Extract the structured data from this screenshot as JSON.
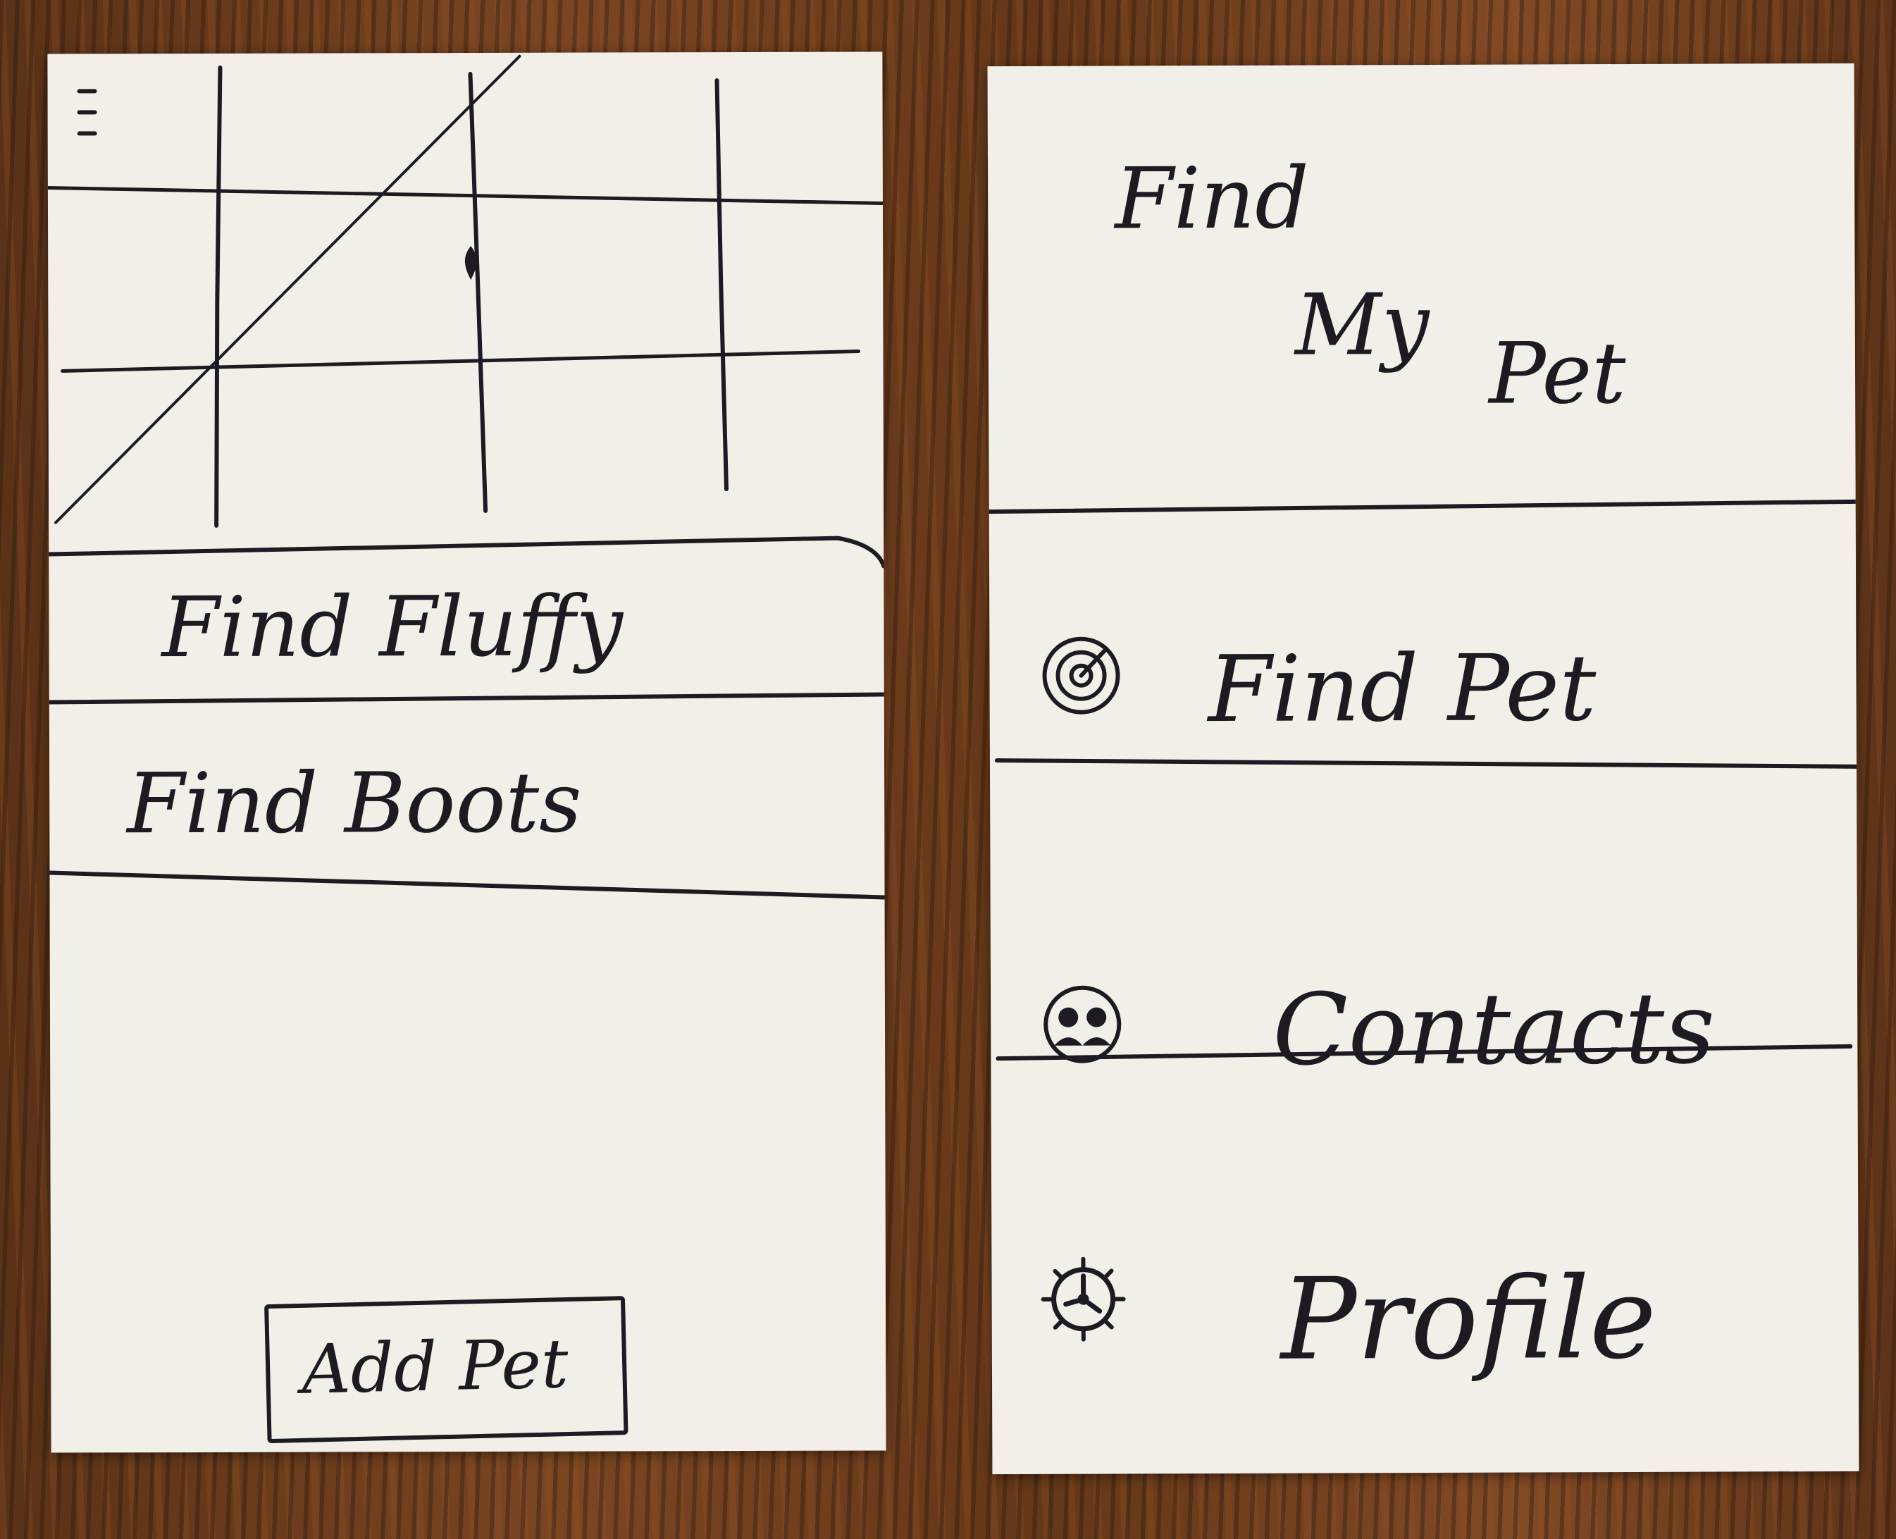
{
  "left_screen": {
    "menu_icon": "hamburger-menu-icon",
    "map_marker_icon": "location-pin-icon",
    "pets": [
      {
        "label": "Find Fluffy"
      },
      {
        "label": "Find Boots"
      }
    ],
    "add_button_label": "Add Pet"
  },
  "right_screen": {
    "title_words": [
      "Find",
      "My",
      "Pet"
    ],
    "nav": [
      {
        "label": "Find Pet",
        "icon": "target-icon"
      },
      {
        "label": "Contacts",
        "icon": "contacts-icon"
      },
      {
        "label": "Profile",
        "icon": "settings-gear-icon"
      }
    ]
  },
  "colors": {
    "paper": "#f1efe8",
    "ink": "#1d1a22",
    "table_wood": "#6b3d1f"
  }
}
